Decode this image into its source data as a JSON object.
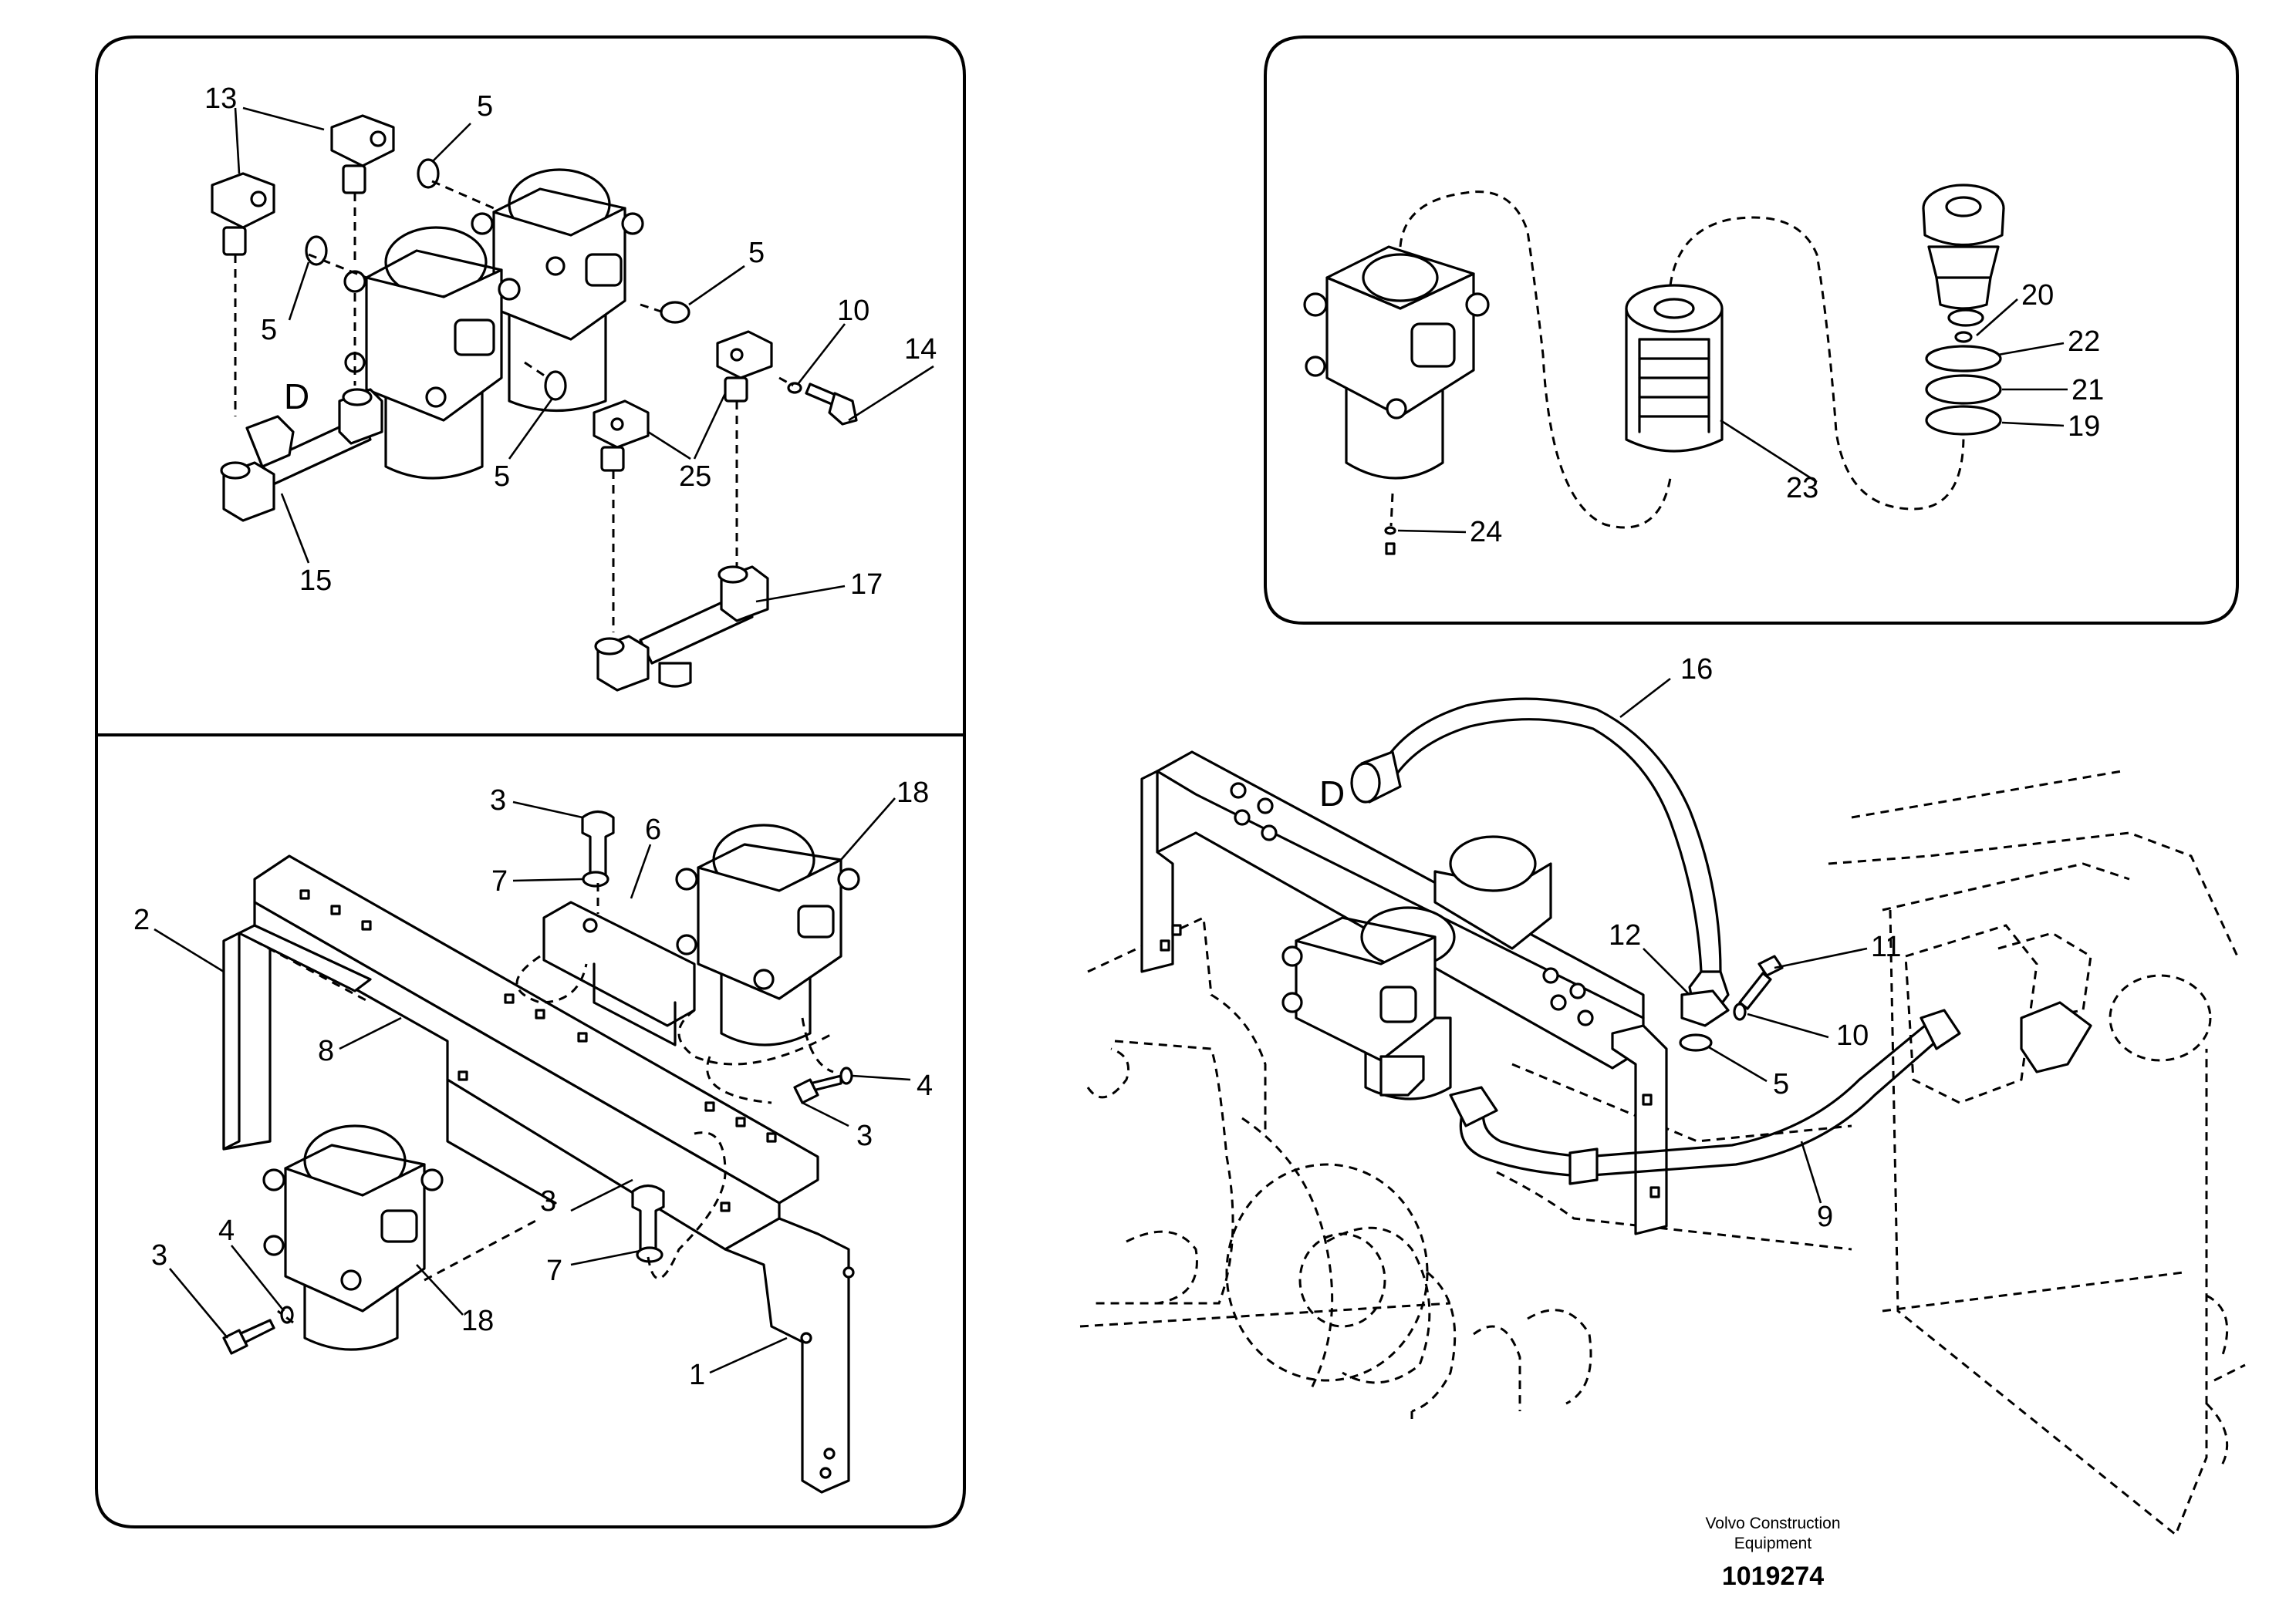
{
  "callouts": {
    "c1": "1",
    "c2": "2",
    "c3a": "3",
    "c3b": "3",
    "c3c": "3",
    "c3d": "3",
    "c4a": "4",
    "c4b": "4",
    "c5a": "5",
    "c5b": "5",
    "c5c": "5",
    "c5d": "5",
    "c5e": "5",
    "c6": "6",
    "c7a": "7",
    "c7b": "7",
    "c8": "8",
    "c9": "9",
    "c10a": "10",
    "c10b": "10",
    "c11": "11",
    "c12": "12",
    "c13": "13",
    "c14": "14",
    "c15": "15",
    "c16": "16",
    "c17": "17",
    "c18a": "18",
    "c18b": "18",
    "c19": "19",
    "c20": "20",
    "c21": "21",
    "c22": "22",
    "c23": "23",
    "c24": "24",
    "c25": "25",
    "dA": "D",
    "dB": "D"
  },
  "footer": {
    "company_line1": "Volvo Construction",
    "company_line2": "Equipment",
    "drawing_number": "1019274"
  }
}
